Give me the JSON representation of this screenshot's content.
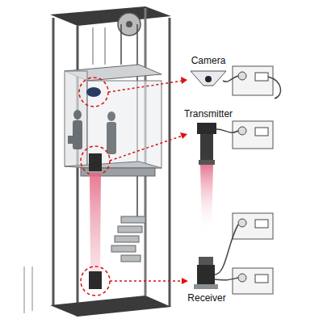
{
  "diagram": {
    "labels": [
      "Camera",
      "Transmitter",
      "Receiver"
    ]
  }
}
